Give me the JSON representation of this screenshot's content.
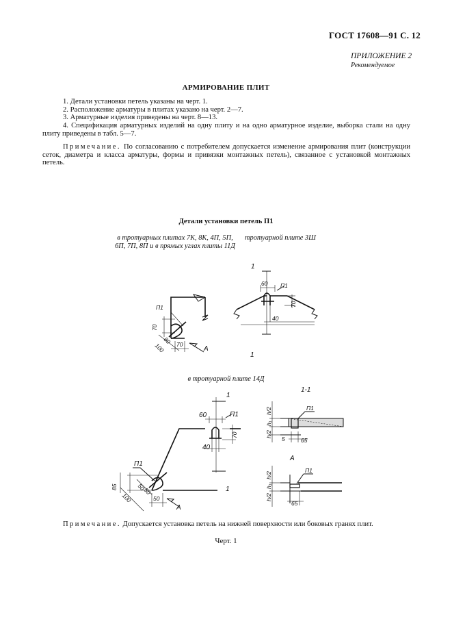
{
  "header": "ГОСТ 17608—91 С. 12",
  "appendix": {
    "title": "ПРИЛОЖЕНИЕ 2",
    "subtitle": "Рекомендуемое"
  },
  "section_title": "АРМИРОВАНИЕ ПЛИТ",
  "items": [
    "1. Детали установки петель указаны на черт. 1.",
    "2. Расположение арматуры в плитах указано на черт. 2—7.",
    "3. Арматурные изделия приведены на черт. 8—13.",
    "4. Спецификация арматурных изделий на одну плиту и на одно арматурное изделие, выборка стали на одну плиту приведены в табл. 5—7."
  ],
  "note1": {
    "label": "Примечание.",
    "text": " По согласованию с потребителем допускается изменение армирования плит (конструкции сеток, диаметра и класса арматуры, формы и привязки монтажных петель), связанное с установкой монтажных петель."
  },
  "drawing_title": "Детали установки петель П1",
  "captions": {
    "left": "в тротуарных плитах 7К, 8К, 4П, 5П, 6П, 7П, 8П и в прямых углах плиты 11Д",
    "right": "тротуарной плите 3Ш",
    "middle": "в тротуарной плите 14Д"
  },
  "labels": {
    "loop": "П1",
    "view": "А",
    "section": "1",
    "section_view": "1-1",
    "d40": "40",
    "d60": "60",
    "d70": "70",
    "d100": "100",
    "d80": "80",
    "d85": "85",
    "d50": "50",
    "d65": "65",
    "h1": "h₁",
    "h2": "h/2"
  },
  "note2": {
    "label": "Примечание.",
    "text": " Допускается установка петель на нижней поверхности или боковых гранях плит."
  },
  "figure": "Черт. 1"
}
